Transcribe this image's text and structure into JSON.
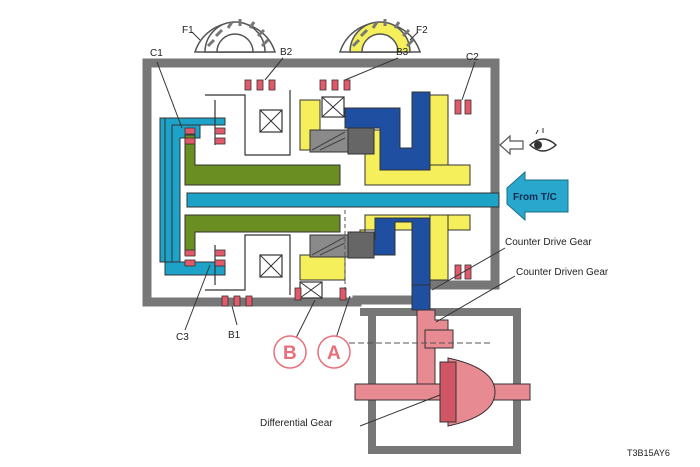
{
  "labels": {
    "c1": "C1",
    "c2": "C2",
    "c3": "C3",
    "b1": "B1",
    "b2": "B2",
    "b3": "B3",
    "f1": "F1",
    "f2": "F2",
    "from_tc": "From T/C",
    "counter_drive_gear": "Counter Drive Gear",
    "counter_driven_gear": "Counter Driven Gear",
    "differential_gear": "Differential Gear",
    "marker_a": "A",
    "marker_b": "B",
    "figure_code": "T3B15AY6"
  },
  "colors": {
    "case": "#777777",
    "case_fill": "#ffffff",
    "input_shaft": "#1ea3c8",
    "sun_shaft": "#6b8e23",
    "ring_yellow": "#f5ef5c",
    "carrier_blue": "#1f4fa0",
    "clutch_red": "#e25a6a",
    "planet_gray": "#8a8a8a",
    "diff_pink": "#e88a92",
    "arrow_blue": "#29a7cc"
  },
  "icons": {
    "eye": "eye-icon",
    "view_arrow": "arrow-left-outline-icon",
    "input_arrow": "arrow-left-filled-icon"
  }
}
